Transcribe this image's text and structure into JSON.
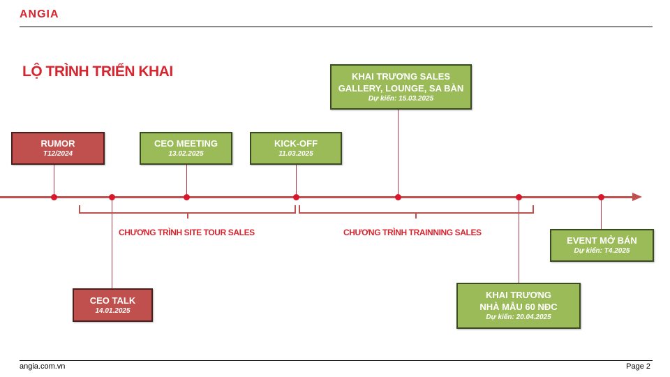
{
  "header": {
    "logo": "ANGIA",
    "title": "LỘ TRÌNH TRIỂN KHAI"
  },
  "milestones": [
    {
      "title": "RUMOR",
      "date": "T12/2024"
    },
    {
      "title": "CEO TALK",
      "date": "14.01.2025"
    },
    {
      "title": "CEO MEETING",
      "date": "13.02.2025"
    },
    {
      "title": "KICK-OFF",
      "date": "11.03.2025"
    },
    {
      "title1": "KHAI TRƯƠNG SALES",
      "title2": "GALLERY, LOUNGE, SA BÀN",
      "date": "Dự kiến: 15.03.2025"
    },
    {
      "title1": "KHAI TRƯƠNG",
      "title2": "NHÀ MẪU 60 NĐC",
      "date": "Dự kiến: 20.04.2025"
    },
    {
      "title": "EVENT MỞ BÁN",
      "date": "Dự kiến: T4.2025"
    }
  ],
  "phases": [
    "CHƯƠNG TRÌNH SITE TOUR SALES",
    "CHƯƠNG TRÌNH TRAINNING SALES"
  ],
  "footer": {
    "site": "angia.com.vn",
    "page": "Page 2"
  },
  "colors": {
    "brand": "#d7252f",
    "green": "#9bbb59",
    "red": "#c0504d"
  }
}
